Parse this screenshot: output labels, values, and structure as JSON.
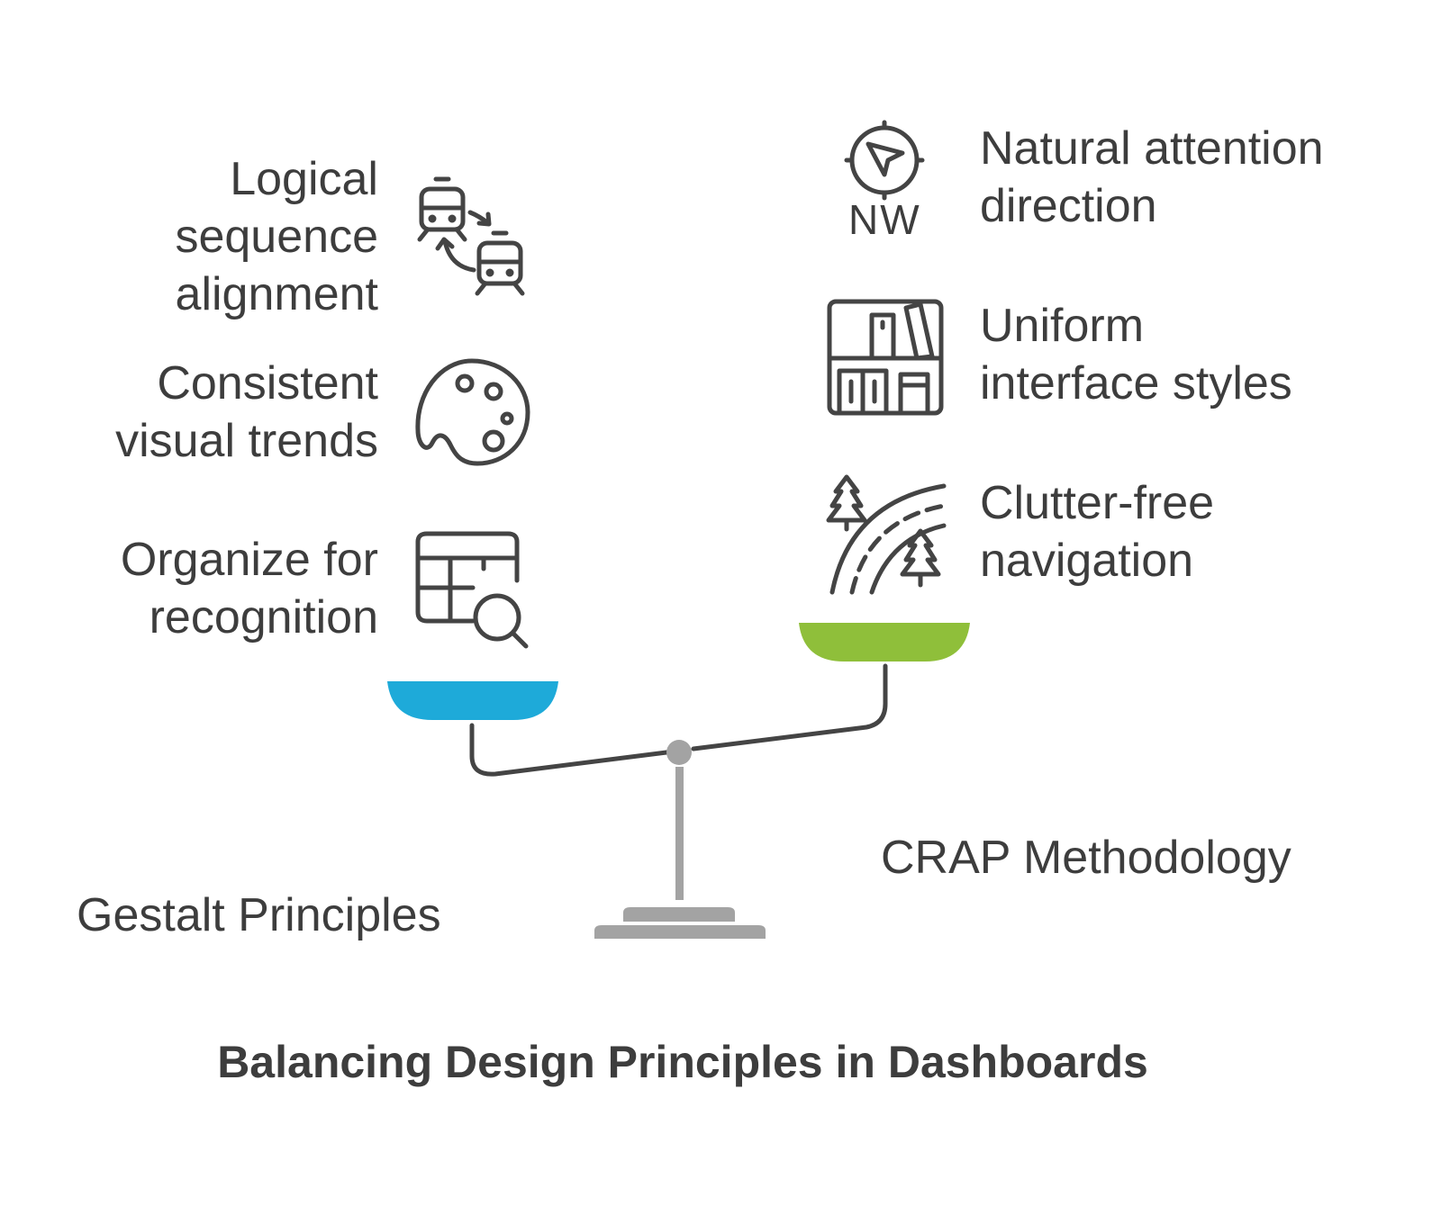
{
  "title": "Balancing Design Principles in Dashboards",
  "left_group": {
    "name": "Gestalt Principles",
    "color": "#1eaad9",
    "items": [
      {
        "lines": [
          "Logical",
          "sequence",
          "alignment"
        ],
        "icon": "train-swap-icon"
      },
      {
        "lines": [
          "Consistent",
          "visual trends"
        ],
        "icon": "palette-icon"
      },
      {
        "lines": [
          "Organize for",
          "recognition"
        ],
        "icon": "table-search-icon"
      }
    ]
  },
  "right_group": {
    "name": "CRAP Methodology",
    "color": "#8fbf3a",
    "items": [
      {
        "lines": [
          "Natural attention",
          "direction"
        ],
        "icon": "compass-nw-icon"
      },
      {
        "lines": [
          "Uniform",
          "interface styles"
        ],
        "icon": "bookshelf-icon"
      },
      {
        "lines": [
          "Clutter-free",
          "navigation"
        ],
        "icon": "road-trees-icon"
      }
    ]
  },
  "compass_text": "NW",
  "colors": {
    "text": "#3d3d3d",
    "scale": "#a3a3a3"
  }
}
